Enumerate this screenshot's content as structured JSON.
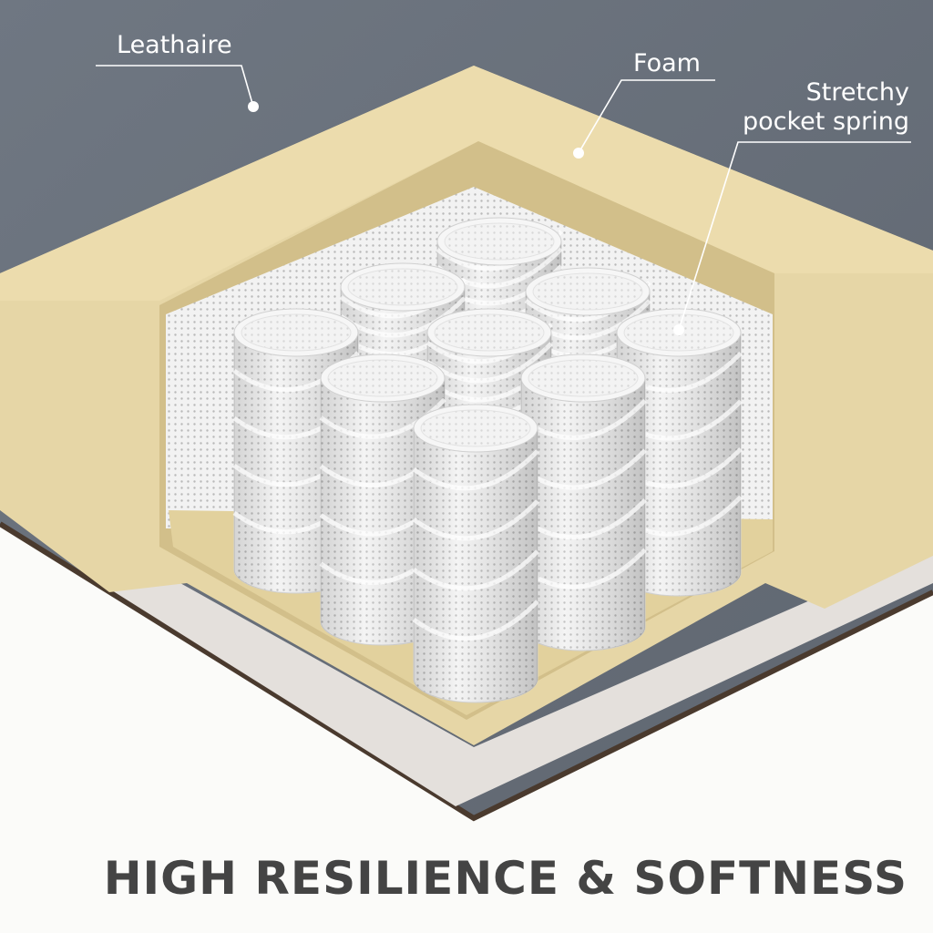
{
  "labels": {
    "leathaire": "Leathaire",
    "foam": "Foam",
    "spring_line1": "Stretchy",
    "spring_line2": "pocket spring"
  },
  "title": "HIGH RESILIENCE & SOFTNESS",
  "colors": {
    "leathaire": "#6e7580",
    "foam": "#e6d6a6",
    "foam_shadow": "#d2bf8a",
    "spring_fabric": "#eeeeee",
    "base_fabric": "#e4e0dc",
    "title": "#444444"
  }
}
